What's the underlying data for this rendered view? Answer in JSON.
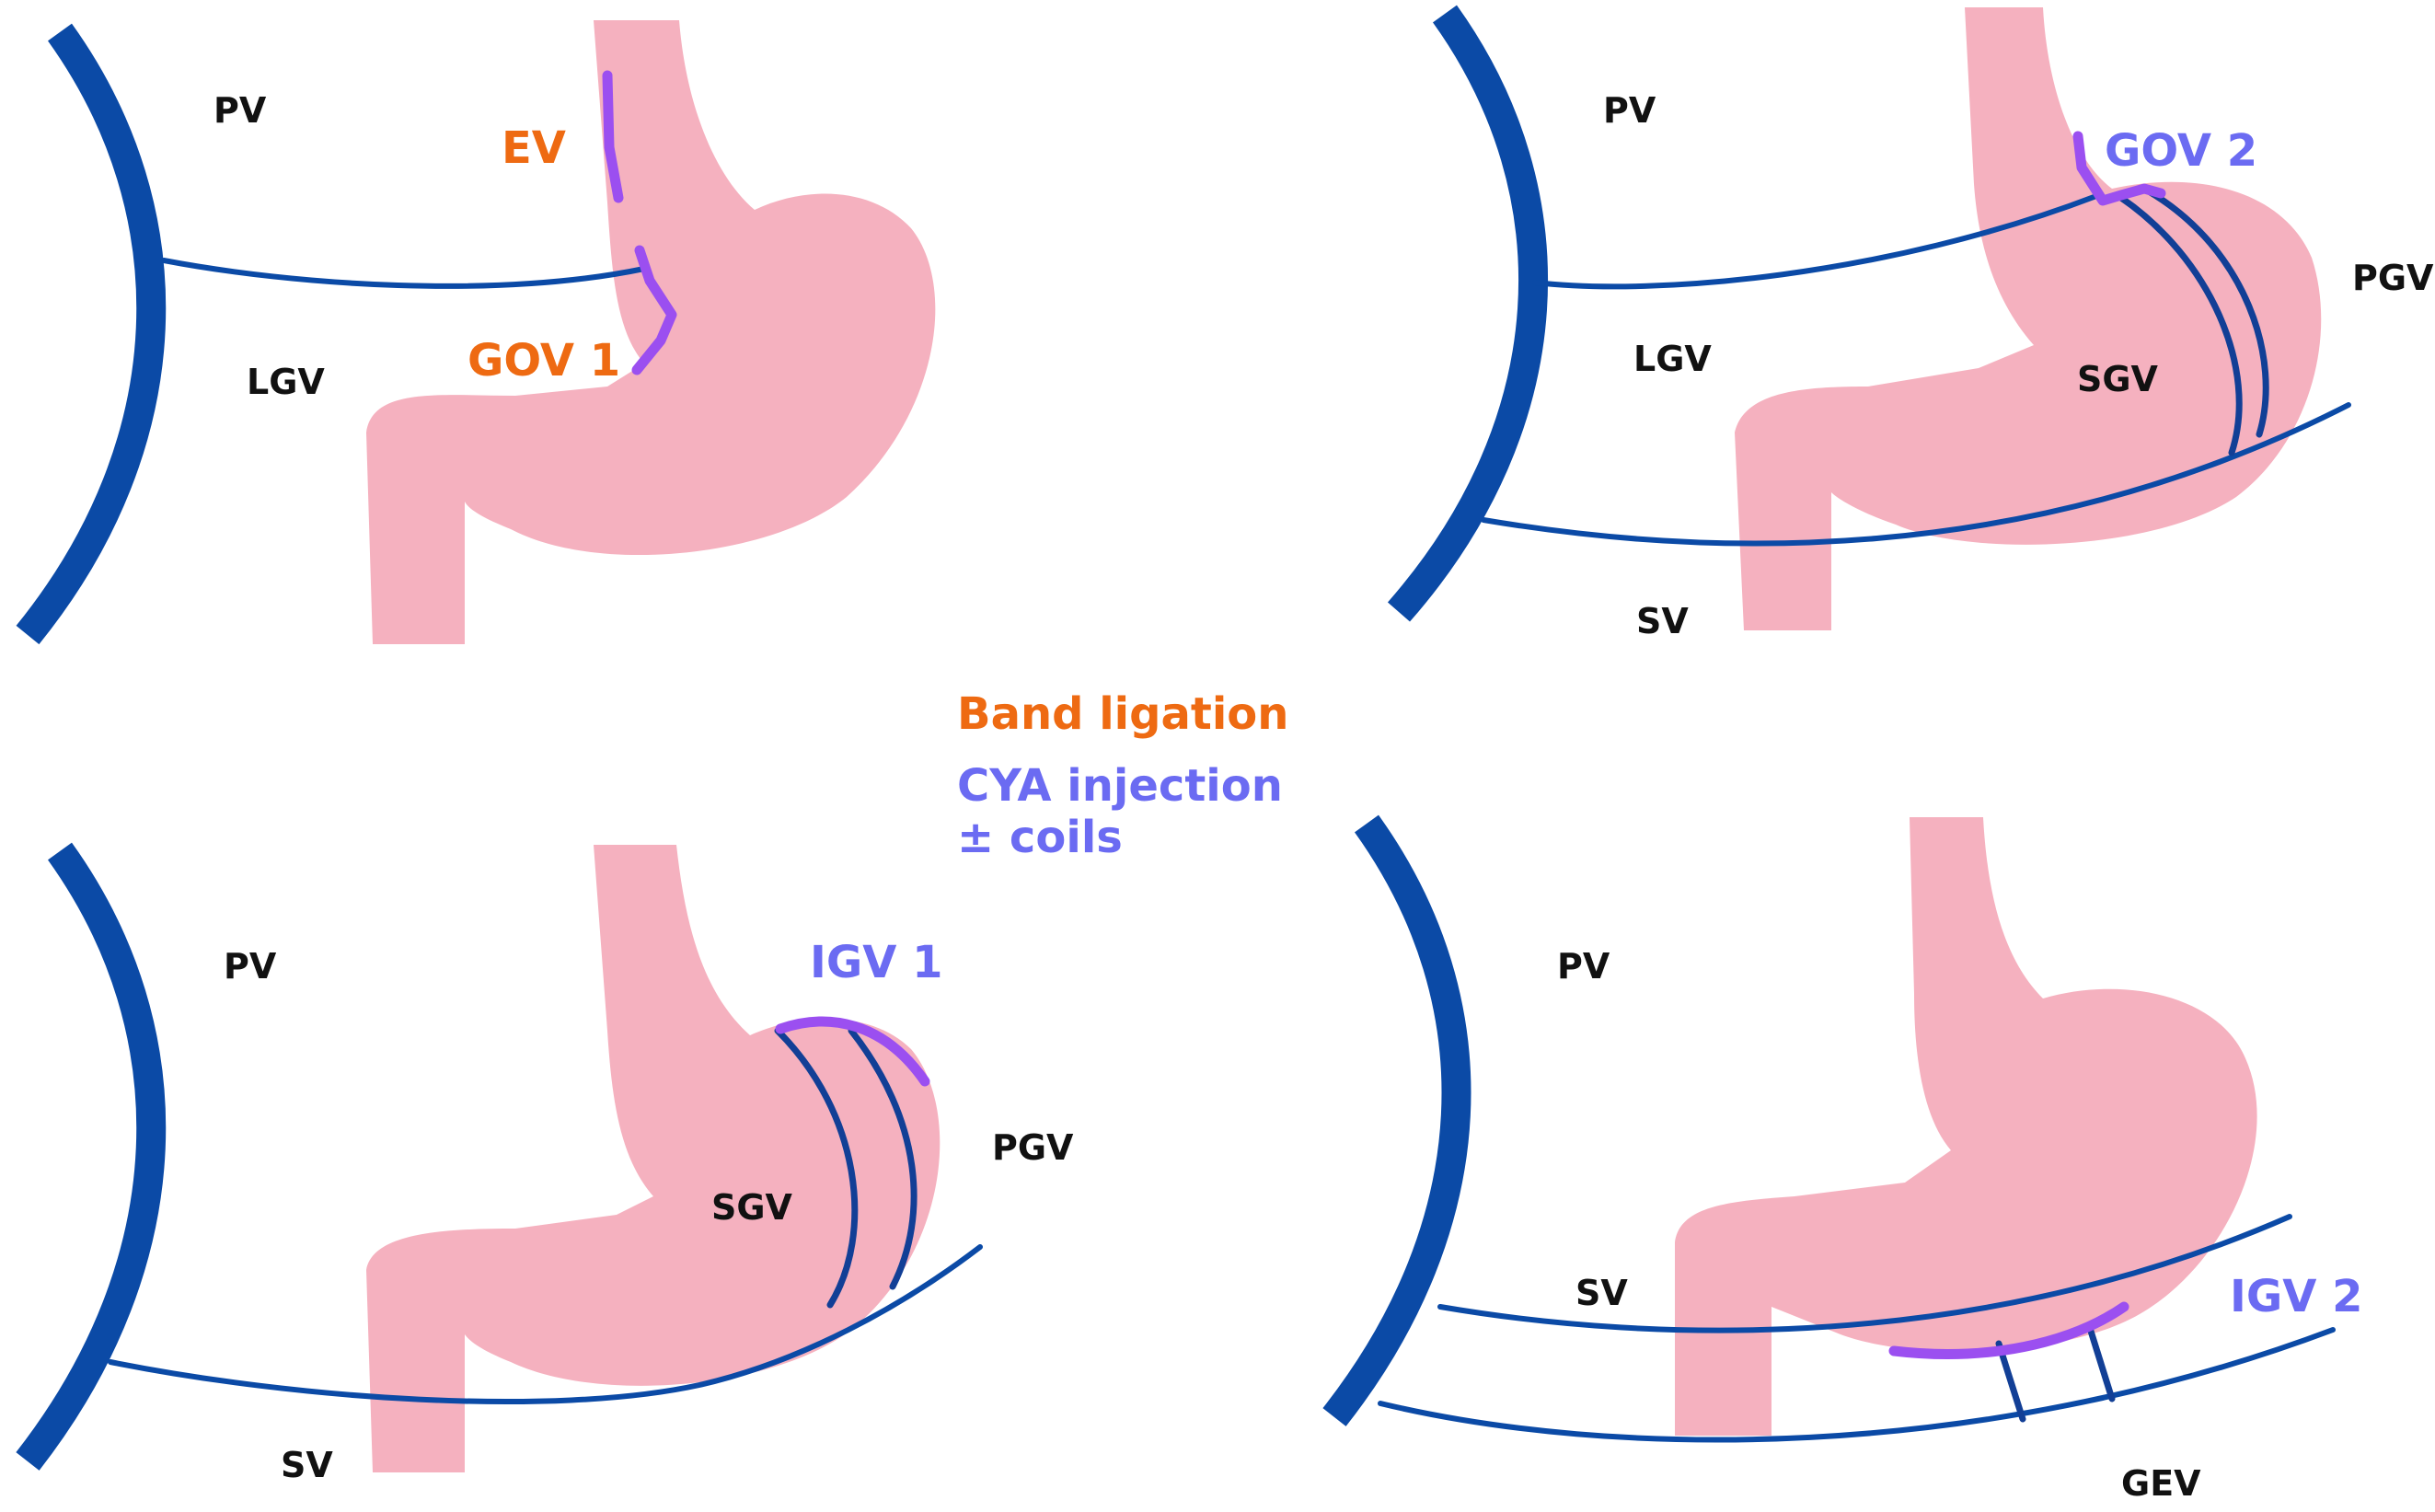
{
  "colors": {
    "band_ligation": "#ee6a12",
    "cya_injection": "#6b6bf2",
    "varix": "#9b4ff0",
    "vein": "#0b4aa6",
    "stomach": "#f5b1bf",
    "label": "#111111"
  },
  "legend": {
    "band_ligation": "Band ligation",
    "cya_line1": "CYA injection",
    "cya_line2": "± coils"
  },
  "panels": [
    {
      "id": "top-left",
      "labels": {
        "pv": "PV",
        "lgv": "LGV",
        "varix1": "EV",
        "varix2": "GOV 1"
      }
    },
    {
      "id": "top-right",
      "labels": {
        "pv": "PV",
        "lgv": "LGV",
        "varix": "GOV 2",
        "pgv": "PGV",
        "sgv": "SGV",
        "sv": "SV"
      }
    },
    {
      "id": "bottom-left",
      "labels": {
        "pv": "PV",
        "varix": "IGV 1",
        "pgv": "PGV",
        "sgv": "SGV",
        "sv": "SV"
      }
    },
    {
      "id": "bottom-right",
      "labels": {
        "pv": "PV",
        "sv": "SV",
        "varix": "IGV 2",
        "gev": "GEV"
      }
    }
  ]
}
